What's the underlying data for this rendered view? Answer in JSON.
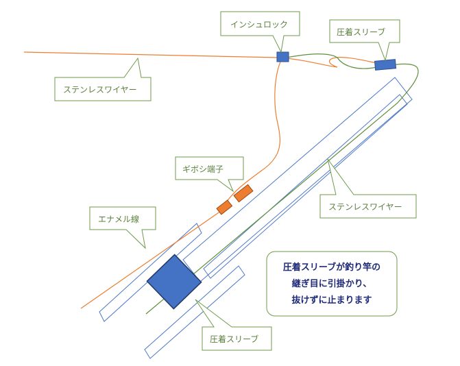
{
  "labels": {
    "insulock": "インシュロック",
    "sleeve_top": "圧着スリーブ",
    "wire_top": "ステンレスワイヤー",
    "gibosi": "ギボシ端子",
    "wire_right": "ステンレスワイヤー",
    "enamel": "エナメル線",
    "sleeve_bottom": "圧着スリーブ"
  },
  "note": {
    "line1": "圧着スリーブが釣り竿の",
    "line2": "継ぎ目に引掛かり、",
    "line3": "抜けずに止まります"
  },
  "colors": {
    "callout_border": "#6e9a4a",
    "callout_text": "#5a7f3c",
    "rod_outline": "#4a78c8",
    "orange_wire": "#ed7d31",
    "green_wire": "#5f8f3a",
    "blue_part": "#4472c4",
    "orange_part": "#ed7d31",
    "note_text": "#1e2a78"
  }
}
